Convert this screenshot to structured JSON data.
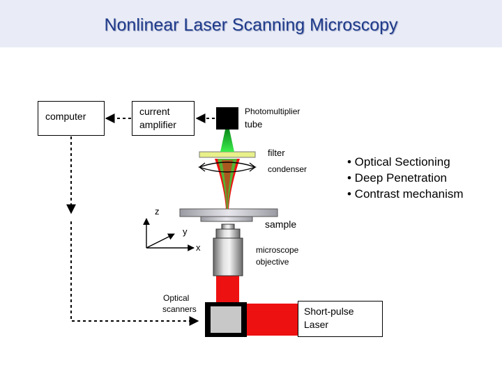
{
  "title": "Nonlinear Laser Scanning Microscopy",
  "boxes": {
    "computer": "computer",
    "amplifier_line1": "current",
    "amplifier_line2": "amplifier",
    "laser_line1": "Short-pulse",
    "laser_line2": "Laser"
  },
  "labels": {
    "pmt_line1": "Photomultiplier",
    "pmt_line2": "tube",
    "filter": "filter",
    "condenser": "condenser",
    "sample": "sample",
    "objective_line1": "microscope",
    "objective_line2": "objective",
    "scanners_line1": "Optical",
    "scanners_line2": "scanners",
    "axis_z": "z",
    "axis_y": "y",
    "axis_x": "x"
  },
  "bullets": [
    "• Optical Sectioning",
    "• Deep Penetration",
    "• Contrast mechanism"
  ],
  "colors": {
    "title": "#1f3a8a",
    "header_bg": "#e9ecf6",
    "laser_beam": "#ee1111",
    "signal_beam": "#22cc33",
    "filter": "#e8f08a"
  }
}
